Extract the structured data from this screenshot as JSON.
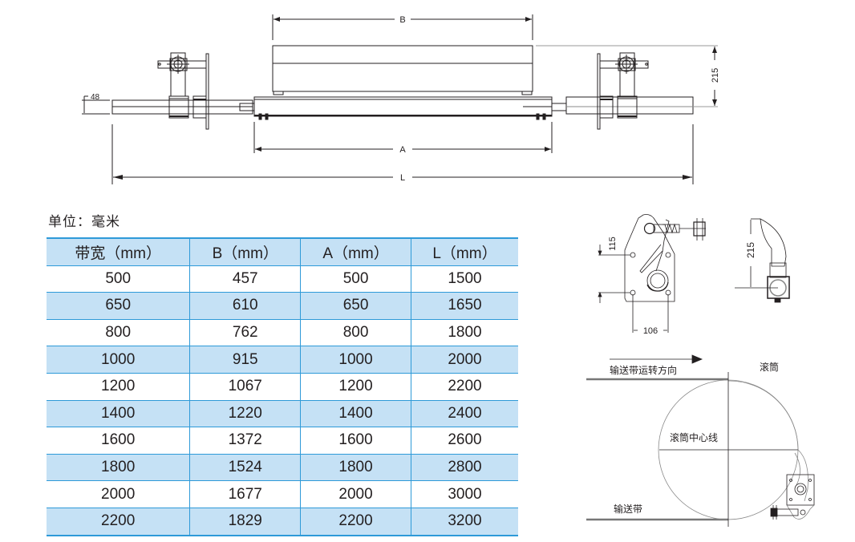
{
  "top_drawing": {
    "dim_B": "B",
    "dim_A": "A",
    "dim_L": "L",
    "dim_height": "215",
    "dim_shaft": "48"
  },
  "unit_label": "单位：毫米",
  "table": {
    "headers": [
      "带宽（mm）",
      "B（mm）",
      "A（mm）",
      "L（mm）"
    ],
    "rows": [
      [
        "500",
        "457",
        "500",
        "1500"
      ],
      [
        "650",
        "610",
        "650",
        "1650"
      ],
      [
        "800",
        "762",
        "800",
        "1800"
      ],
      [
        "1000",
        "915",
        "1000",
        "2000"
      ],
      [
        "1200",
        "1067",
        "1200",
        "2200"
      ],
      [
        "1400",
        "1220",
        "1400",
        "2400"
      ],
      [
        "1600",
        "1372",
        "1600",
        "2600"
      ],
      [
        "1800",
        "1524",
        "1800",
        "2800"
      ],
      [
        "2000",
        "1677",
        "2000",
        "3000"
      ],
      [
        "2200",
        "1829",
        "2200",
        "3200"
      ]
    ]
  },
  "bracket_drawing": {
    "dim_vertical": "115",
    "dim_horizontal": "106"
  },
  "side_drawing": {
    "dim_height": "215"
  },
  "pulley_drawing": {
    "direction_label": "输送带运转方向",
    "pulley_label": "滚筒",
    "centerline_label": "滚筒中心线",
    "belt_label": "输送带"
  },
  "colors": {
    "table_border": "#2e9ad8",
    "table_fill": "#c5e1f5",
    "line": "#231f20"
  }
}
